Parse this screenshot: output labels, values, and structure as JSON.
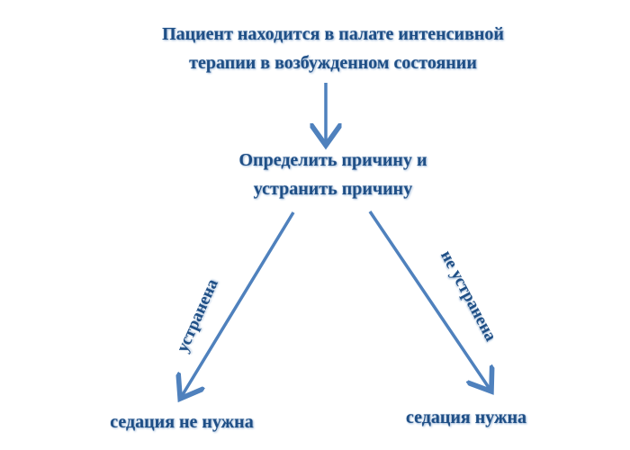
{
  "diagram": {
    "nodes": {
      "top": {
        "line1": "Пациент находится в палате интенсивной",
        "line2": "терапии в возбужденном состоянии"
      },
      "middle": {
        "line1": "Определить причину и",
        "line2": "устранить причину"
      },
      "left": {
        "text": "седация не нужна"
      },
      "right": {
        "text": "седация нужна"
      }
    },
    "edges": {
      "left_label": "устранена",
      "right_label": "не устранена"
    },
    "colors": {
      "text": "#1f4f86",
      "arrow": "#4f81bd"
    }
  }
}
